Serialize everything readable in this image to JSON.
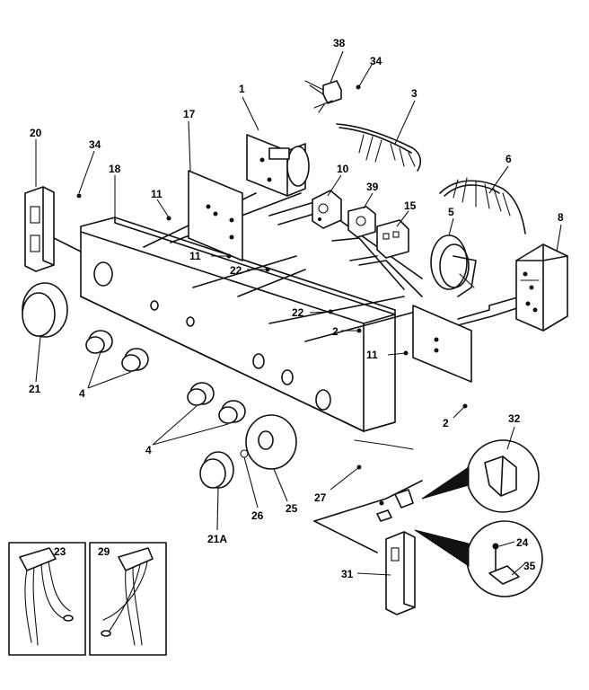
{
  "labels": {
    "p1": "1",
    "p2a": "2",
    "p2b": "2",
    "p3": "3",
    "p4a": "4",
    "p4b": "4",
    "p5": "5",
    "p6": "6",
    "p8": "8",
    "p10": "10",
    "p11a": "11",
    "p11b": "11",
    "p11c": "11",
    "p15": "15",
    "p17": "17",
    "p18": "18",
    "p20": "20",
    "p21": "21",
    "p21a": "21A",
    "p22a": "22",
    "p22b": "22",
    "p23": "23",
    "p24": "24",
    "p25": "25",
    "p26": "26",
    "p27": "27",
    "p29": "29",
    "p31": "31",
    "p32": "32",
    "p34a": "34",
    "p34b": "34",
    "p35": "35",
    "p38": "38",
    "p39": "39"
  },
  "icons": [
    "timer-icon",
    "switch-icon",
    "pressure-switch-icon",
    "motor-control-icon",
    "wire-harness-icon",
    "knob-icon",
    "bracket-icon",
    "screw-icon",
    "connector-icon"
  ]
}
